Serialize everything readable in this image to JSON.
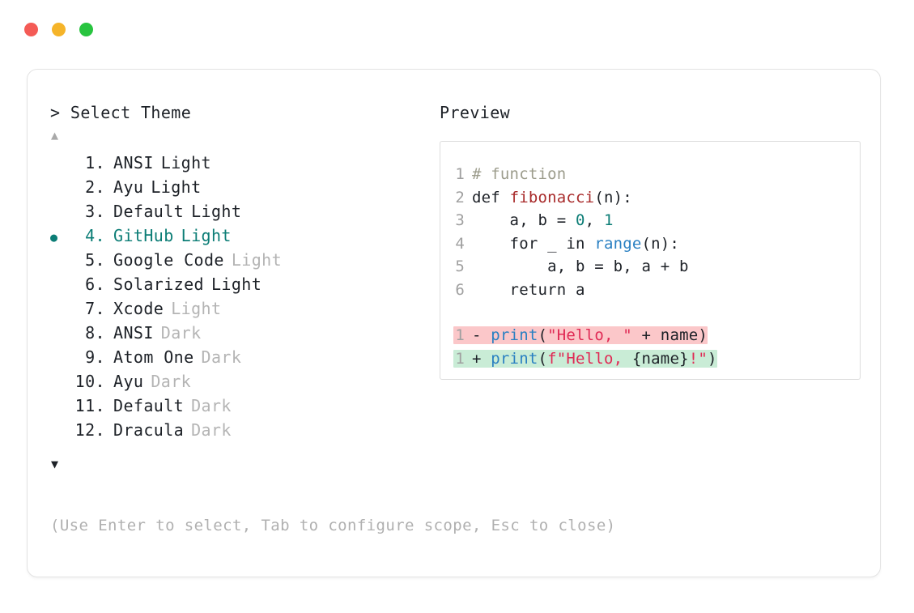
{
  "window": {
    "traffic_lights": [
      {
        "name": "close",
        "color": "#f45b56"
      },
      {
        "name": "minimize",
        "color": "#f5b429"
      },
      {
        "name": "maximize",
        "color": "#28c43f"
      }
    ]
  },
  "colors": {
    "accent_teal": "#0c7d76",
    "text": "#1d2127",
    "dim": "#b4b4b4",
    "border": "#e3e3e3",
    "diff_removed_bg": "#fbc7c9",
    "diff_added_bg": "#c9ecd6"
  },
  "left": {
    "prompt": "> Select Theme",
    "scroll_up": "▲",
    "scroll_down": "▼",
    "items": [
      {
        "index": " 1.",
        "name": "ANSI",
        "variant": "Light",
        "variant_style": "strong",
        "selected": false,
        "bullet": ""
      },
      {
        "index": " 2.",
        "name": "Ayu",
        "variant": "Light",
        "variant_style": "strong",
        "selected": false,
        "bullet": ""
      },
      {
        "index": " 3.",
        "name": "Default",
        "variant": "Light",
        "variant_style": "strong",
        "selected": false,
        "bullet": ""
      },
      {
        "index": " 4.",
        "name": "GitHub",
        "variant": "Light",
        "variant_style": "strong",
        "selected": true,
        "bullet": "●"
      },
      {
        "index": " 5.",
        "name": "Google Code",
        "variant": "Light",
        "variant_style": "dim",
        "selected": false,
        "bullet": ""
      },
      {
        "index": " 6.",
        "name": "Solarized",
        "variant": "Light",
        "variant_style": "strong",
        "selected": false,
        "bullet": ""
      },
      {
        "index": " 7.",
        "name": "Xcode",
        "variant": "Light",
        "variant_style": "dim",
        "selected": false,
        "bullet": ""
      },
      {
        "index": " 8.",
        "name": "ANSI",
        "variant": "Dark",
        "variant_style": "dim",
        "selected": false,
        "bullet": ""
      },
      {
        "index": " 9.",
        "name": "Atom One",
        "variant": "Dark",
        "variant_style": "dim",
        "selected": false,
        "bullet": ""
      },
      {
        "index": "10.",
        "name": "Ayu",
        "variant": "Dark",
        "variant_style": "dim",
        "selected": false,
        "bullet": ""
      },
      {
        "index": "11.",
        "name": "Default",
        "variant": "Dark",
        "variant_style": "dim",
        "selected": false,
        "bullet": ""
      },
      {
        "index": "12.",
        "name": "Dracula",
        "variant": "Dark",
        "variant_style": "dim",
        "selected": false,
        "bullet": ""
      }
    ],
    "hint": "(Use Enter to select, Tab to configure scope, Esc to close)"
  },
  "right": {
    "header": "Preview",
    "code_lines": [
      {
        "ln": "1",
        "tokens": [
          {
            "t": "# function",
            "c": "com"
          }
        ]
      },
      {
        "ln": "2",
        "tokens": [
          {
            "t": "def ",
            "c": "kw"
          },
          {
            "t": "fibonacci",
            "c": "fn"
          },
          {
            "t": "(n):",
            "c": "pl"
          }
        ]
      },
      {
        "ln": "3",
        "tokens": [
          {
            "t": "    a, b = ",
            "c": "pl"
          },
          {
            "t": "0",
            "c": "num"
          },
          {
            "t": ", ",
            "c": "pl"
          },
          {
            "t": "1",
            "c": "num"
          }
        ]
      },
      {
        "ln": "4",
        "tokens": [
          {
            "t": "    for _ in ",
            "c": "pl"
          },
          {
            "t": "range",
            "c": "bi"
          },
          {
            "t": "(n):",
            "c": "pl"
          }
        ]
      },
      {
        "ln": "5",
        "tokens": [
          {
            "t": "        a, b = b, a + b",
            "c": "pl"
          }
        ]
      },
      {
        "ln": "6",
        "tokens": [
          {
            "t": "    return a",
            "c": "pl"
          }
        ]
      }
    ],
    "diff_lines": [
      {
        "kind": "removed",
        "ln": "1",
        "sign": "-",
        "tokens": [
          {
            "t": "print",
            "c": "bi"
          },
          {
            "t": "(",
            "c": "pl"
          },
          {
            "t": "\"Hello, \"",
            "c": "str"
          },
          {
            "t": " + name)",
            "c": "pl"
          }
        ]
      },
      {
        "kind": "added",
        "ln": "1",
        "sign": "+",
        "tokens": [
          {
            "t": "print",
            "c": "bi"
          },
          {
            "t": "(",
            "c": "pl"
          },
          {
            "t": "f\"Hello, ",
            "c": "str"
          },
          {
            "t": "{name}",
            "c": "pl"
          },
          {
            "t": "!\"",
            "c": "str"
          },
          {
            "t": ")",
            "c": "pl"
          }
        ]
      }
    ]
  }
}
